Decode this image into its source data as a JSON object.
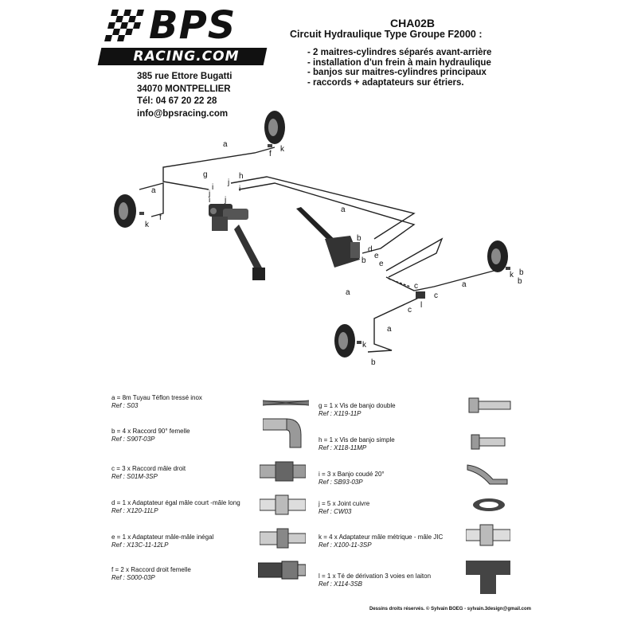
{
  "header": {
    "logo_text": "BPS",
    "logo_subtext": "RACING.COM",
    "code": "CHA02B",
    "subtitle": "Circuit Hydraulique Type Groupe F2000 :",
    "features": [
      "- 2 maitres-cylindres séparés avant-arrière",
      "- installation d'un frein à main hydraulique",
      "- banjos sur maitres-cylindres principaux",
      "- raccords + adaptateurs sur étriers."
    ]
  },
  "address": {
    "street": "385 rue Ettore Bugatti",
    "city": "34070 MONTPELLIER",
    "phone": "Tél: 04 67 20 22 28",
    "email": "info@bpsracing.com"
  },
  "diagram_labels": {
    "a": "a",
    "b": "b",
    "c": "c",
    "d": "d",
    "e": "e",
    "f": "f",
    "g": "g",
    "h": "h",
    "i": "i",
    "j": "j",
    "k": "k",
    "l": "l"
  },
  "parts": [
    {
      "desc": "a = 8m Tuyau Téflon tressé inox",
      "ref": "Ref : S03",
      "icon": "braided-hose-icon"
    },
    {
      "desc": "b = 4 x Raccord 90° femelle",
      "ref": "Ref : S90T-03P",
      "icon": "elbow-fitting-icon"
    },
    {
      "desc": "c = 3 x Raccord mâle droit",
      "ref": "Ref : S01M-3SP",
      "icon": "straight-male-fitting-icon"
    },
    {
      "desc": "d = 1 x Adaptateur égal mâle court -mâle long",
      "ref": "Ref : X120-11LP",
      "icon": "equal-adapter-icon"
    },
    {
      "desc": "e = 1 x Adaptateur mâle-mâle inégal",
      "ref": "Ref : X13C-11-12LP",
      "icon": "unequal-adapter-icon"
    },
    {
      "desc": "f = 2 x Raccord droit femelle",
      "ref": "Ref : S000-03P",
      "icon": "straight-female-fitting-icon"
    },
    {
      "desc": "g = 1 x Vis de banjo double",
      "ref": "Ref : X119-11P",
      "icon": "double-banjo-bolt-icon"
    },
    {
      "desc": "h = 1 x Vis de banjo simple",
      "ref": "Ref : X118-11MP",
      "icon": "single-banjo-bolt-icon"
    },
    {
      "desc": "i = 3 x Banjo coudé 20°",
      "ref": "Ref : SB93-03P",
      "icon": "angled-banjo-icon"
    },
    {
      "desc": "j = 5 x Joint cuivre",
      "ref": "Ref : CW03",
      "icon": "copper-washer-icon"
    },
    {
      "desc": "k = 4 x Adaptateur mâle métrique - mâle JIC",
      "ref": "Ref : X100-11-3SP",
      "icon": "metric-jic-adapter-icon"
    },
    {
      "desc": "l = 1 x Té de dérivation 3 voies en laiton",
      "ref": "Ref : X114-3SB",
      "icon": "brass-tee-icon"
    }
  ],
  "credit": "Dessins droits réservés. © Sylvain BOEG - sylvain.3design@gmail.com"
}
